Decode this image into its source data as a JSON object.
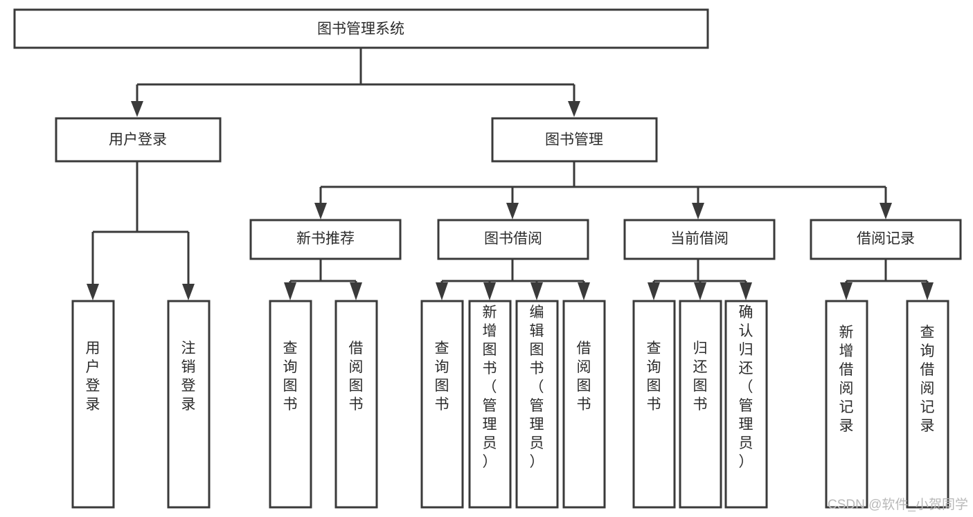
{
  "diagram": {
    "type": "tree-hierarchy-chart",
    "title": "图书管理系统",
    "watermark": "CSDN @软件_小贺同学",
    "levels": {
      "level1": [
        {
          "id": "root",
          "label": "图书管理系统"
        }
      ],
      "level2": [
        {
          "id": "user-login",
          "label": "用户登录"
        },
        {
          "id": "book-manage",
          "label": "图书管理"
        }
      ],
      "level3": [
        {
          "id": "new-book-rec",
          "label": "新书推荐"
        },
        {
          "id": "book-borrow",
          "label": "图书借阅"
        },
        {
          "id": "current-borrow",
          "label": "当前借阅"
        },
        {
          "id": "borrow-record",
          "label": "借阅记录"
        }
      ],
      "level4": [
        {
          "id": "leaf-user-login",
          "label": "用户登录",
          "parent": "user-login"
        },
        {
          "id": "leaf-logout",
          "label": "注销登录",
          "parent": "user-login"
        },
        {
          "id": "leaf-query-book-1",
          "label": "查询图书",
          "parent": "new-book-rec"
        },
        {
          "id": "leaf-borrow-book-1",
          "label": "借阅图书",
          "parent": "new-book-rec"
        },
        {
          "id": "leaf-query-book-2",
          "label": "查询图书",
          "parent": "book-borrow"
        },
        {
          "id": "leaf-add-book",
          "label": "新增图书（管理员）",
          "parent": "book-borrow"
        },
        {
          "id": "leaf-edit-book",
          "label": "编辑图书（管理员）",
          "parent": "book-borrow"
        },
        {
          "id": "leaf-borrow-book-2",
          "label": "借阅图书",
          "parent": "book-borrow"
        },
        {
          "id": "leaf-query-book-3",
          "label": "查询图书",
          "parent": "current-borrow"
        },
        {
          "id": "leaf-return-book",
          "label": "归还图书",
          "parent": "current-borrow"
        },
        {
          "id": "leaf-confirm-return",
          "label": "确认归还（管理员）",
          "parent": "current-borrow"
        },
        {
          "id": "leaf-add-record",
          "label": "新增借阅记录",
          "parent": "borrow-record"
        },
        {
          "id": "leaf-query-record",
          "label": "查询借阅记录",
          "parent": "borrow-record"
        }
      ]
    },
    "colors": {
      "box_stroke": "#3a3a3a",
      "box_fill": "#ffffff",
      "text": "#2b2b2b",
      "background": "#ffffff",
      "watermark": "#b9b9b9"
    }
  }
}
